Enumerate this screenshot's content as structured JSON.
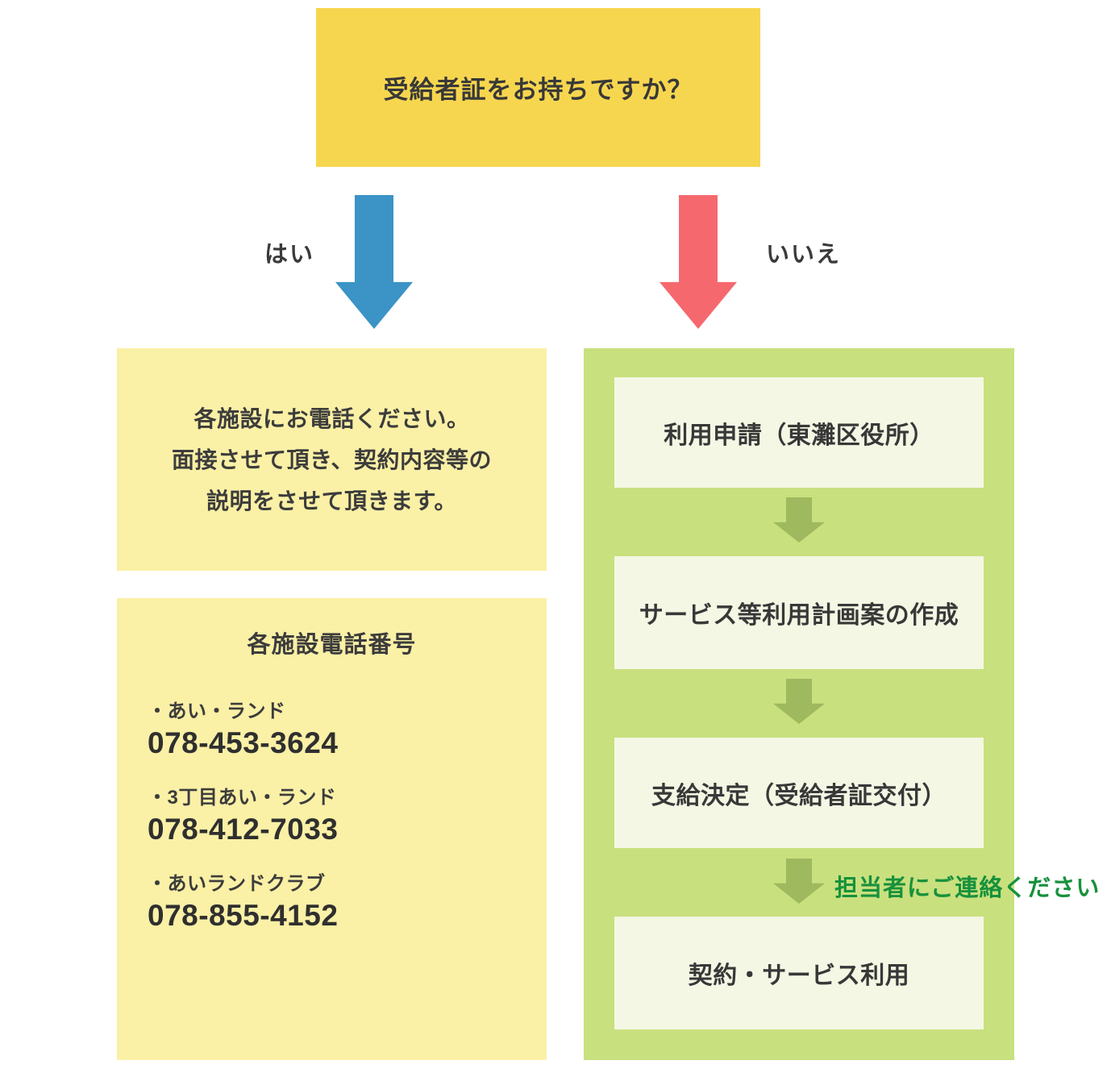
{
  "question": {
    "text": "受給者証をお持ちですか？"
  },
  "branches": {
    "yes_label": "はい",
    "no_label": "いいえ"
  },
  "left": {
    "info_lines": [
      "各施設にお電話ください。",
      "面接させて頂き、契約内容等の",
      "説明をさせて頂きます。"
    ],
    "phone_box": {
      "title": "各施設電話番号",
      "entries": [
        {
          "name": "・あい・ランド",
          "phone": "078-453-3624"
        },
        {
          "name": "・3丁目あい・ランド",
          "phone": "078-412-7033"
        },
        {
          "name": "・あいランドクラブ",
          "phone": "078-855-4152"
        }
      ]
    }
  },
  "right": {
    "steps": [
      "利用申請（東灘区役所）",
      "サービス等利用計画案の作成",
      "支給決定（受給者証交付）",
      "契約・サービス利用"
    ],
    "note": "担当者にご連絡ください"
  },
  "colors": {
    "question_box_bg": "#f7d64f",
    "pale_yellow_box_bg": "#faf0a6",
    "green_panel_bg": "#c9e07e",
    "step_box_bg": "#f4f7e4",
    "yes_arrow": "#3b93c6",
    "no_arrow": "#f5696e",
    "flow_arrow": "#9eb95e",
    "note_text": "#17913c",
    "body_text": "#3a3a3a"
  }
}
